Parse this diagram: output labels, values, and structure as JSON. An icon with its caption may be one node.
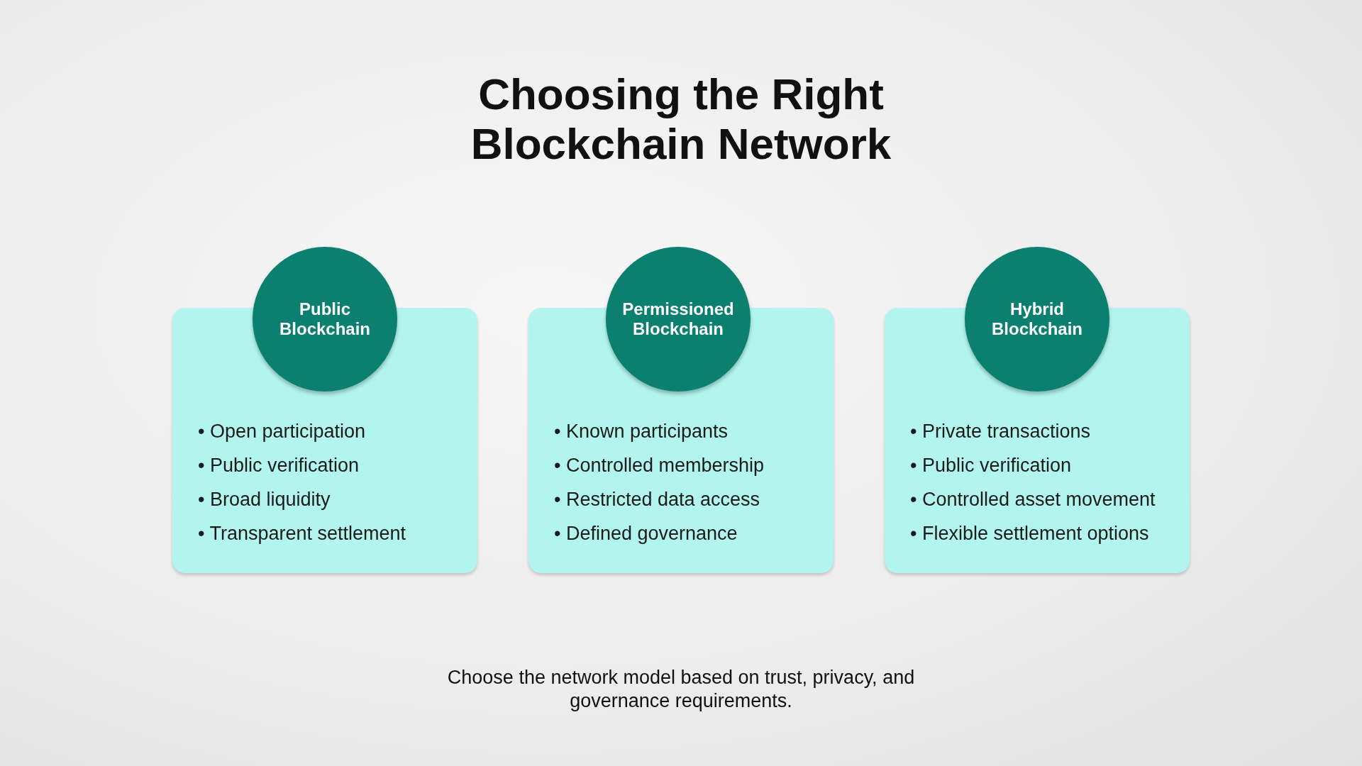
{
  "diagram": {
    "title": "Choosing the Right Blockchain Network",
    "nodes": [
      {
        "text": [
          "Public Blockchain"
        ]
      },
      {
        "text": [
          "• Open participation",
          "• Public verification",
          "• Broad liquidity",
          "• Transparent settlement"
        ]
      },
      {
        "text": [
          "Permissioned Blockchain"
        ]
      },
      {
        "text": [
          "• Known participants",
          "• Controlled membership",
          "• Restricted data access",
          "• Defined governance"
        ]
      },
      {
        "text": [
          "Hybrid Blockchain"
        ]
      },
      {
        "text": [
          "• Private transactions",
          "• Public verification",
          "• Controlled asset movement",
          "• Flexible settlement options"
        ]
      }
    ],
    "caption": "Choose the network model based on trust, privacy, and governance requirements."
  }
}
